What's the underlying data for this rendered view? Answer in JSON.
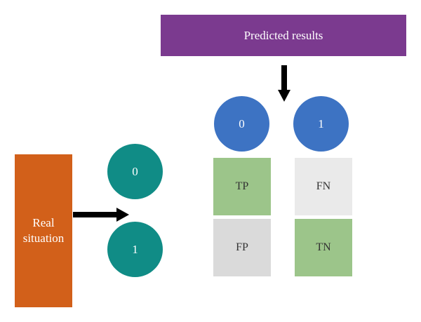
{
  "predicted": {
    "title": "Predicted results",
    "labels": [
      "0",
      "1"
    ]
  },
  "real": {
    "title": "Real situation",
    "labels": [
      "0",
      "1"
    ]
  },
  "matrix": {
    "tp": "TP",
    "fn": "FN",
    "fp": "FP",
    "tn": "TN"
  },
  "colors": {
    "header": "#7b3a8f",
    "real": "#d2601a",
    "real_circles": "#108c86",
    "predicted_circles": "#3d73c3",
    "correct_cells": "#9cc58a",
    "incorrect_cells": "#dadada"
  }
}
